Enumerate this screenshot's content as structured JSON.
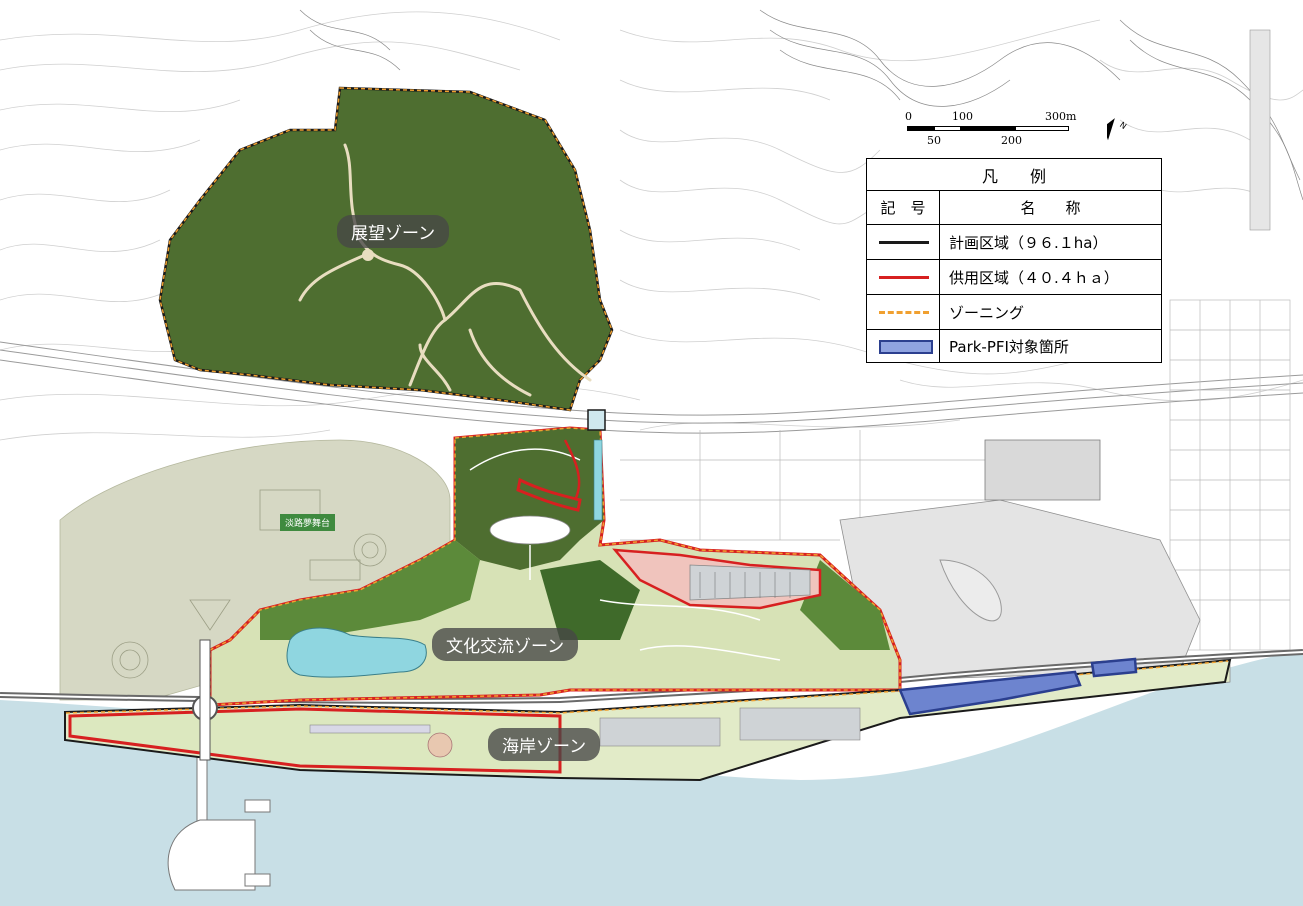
{
  "zones": {
    "tenbo": "展望ゾーン",
    "bunka": "文化交流ゾーン",
    "kaigan": "海岸ゾーン"
  },
  "landmark": "淡路夢舞台",
  "scale": {
    "unit": "m",
    "major_ticks": [
      "0",
      "100",
      "300m"
    ],
    "minor_ticks": [
      "50",
      "200"
    ]
  },
  "legend": {
    "title": "凡　　例",
    "col_symbol": "記　号",
    "col_name": "名　　称",
    "items": [
      {
        "name": "計画区域（９６.１ha）",
        "symbol": "solid-line",
        "color": "#1a1a1a"
      },
      {
        "name": "供用区域（４０.４ｈａ）",
        "symbol": "solid-line",
        "color": "#d72020"
      },
      {
        "name": "ゾーニング",
        "symbol": "dashed-line",
        "color": "#f0a030"
      },
      {
        "name": "Park-PFI対象箇所",
        "symbol": "box",
        "color": "#3a55b0"
      }
    ]
  },
  "colors": {
    "sea": "#c8dfe6",
    "forest": "#4e6e30",
    "park_light": "#d7e2b6",
    "park_green": "#5c8a3a",
    "pond": "#8fd6e0",
    "boundary_black": "#1a1a1a",
    "boundary_red": "#d72020",
    "zoning_orange": "#f0a030",
    "pfi_blue": "#3a55b0",
    "contour": "#c9c9c9",
    "muted_area": "#d6d8c4"
  },
  "icons": {
    "north_arrow": "north-arrow-icon"
  }
}
